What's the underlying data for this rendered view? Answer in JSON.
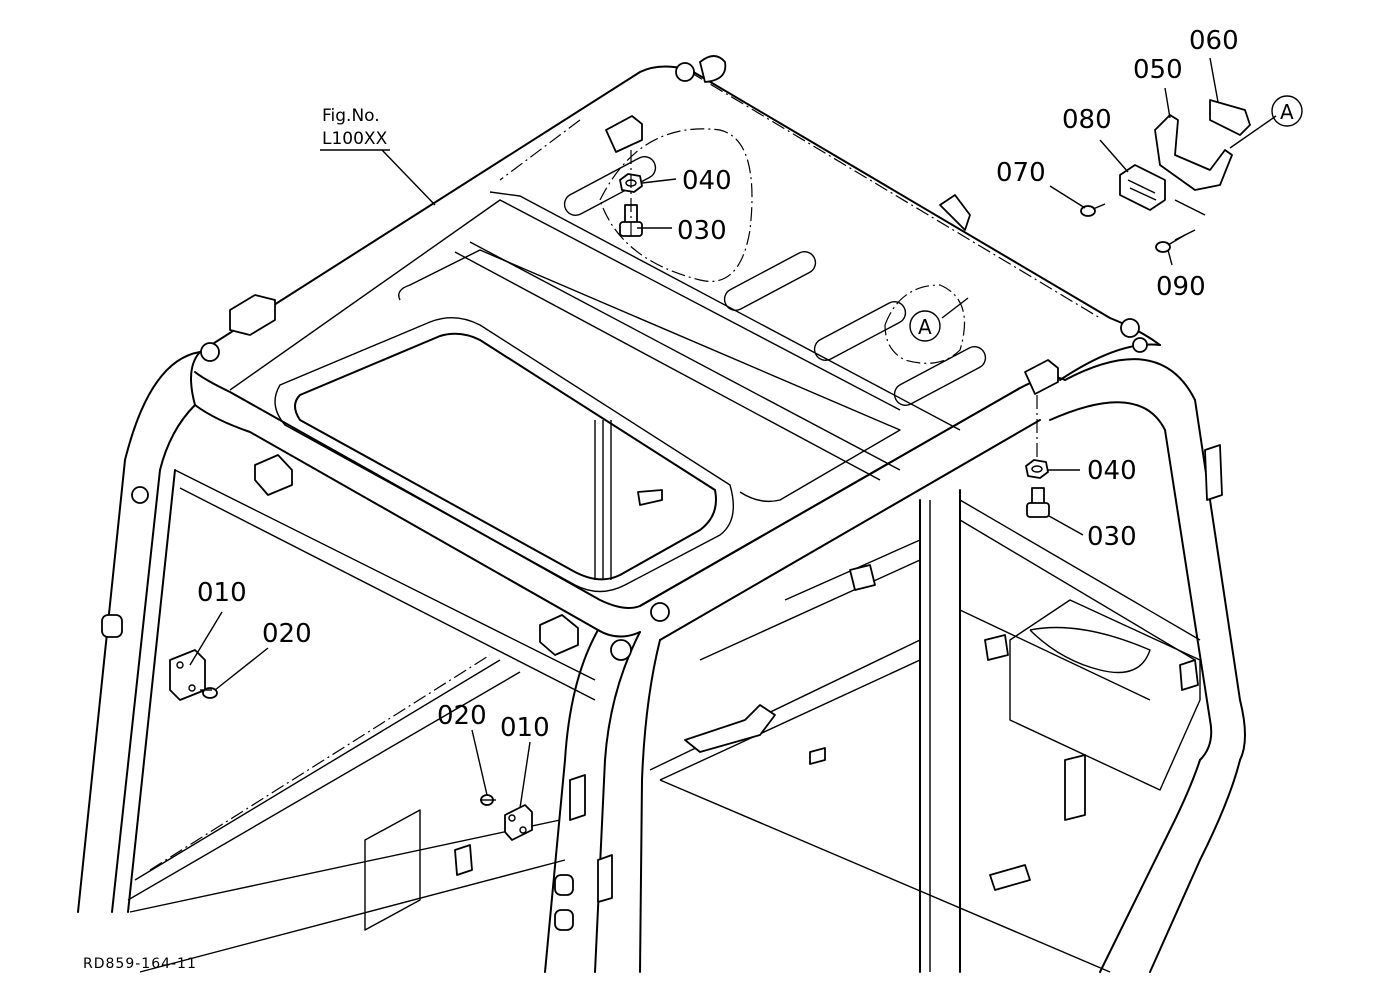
{
  "figure_ref": {
    "line1": "Fig.No.",
    "line2": "L100XX"
  },
  "drawing_code": "RD859-164-11",
  "callouts": {
    "p010_left": "010",
    "p020_left": "020",
    "p020_mid": "020",
    "p010_mid": "010",
    "p030_top": "030",
    "p040_top": "040",
    "p030_right": "030",
    "p040_right": "040",
    "p050": "050",
    "p060": "060",
    "p070": "070",
    "p080": "080",
    "p090": "090"
  },
  "detail_refs": {
    "roof": "A",
    "detail": "A"
  }
}
